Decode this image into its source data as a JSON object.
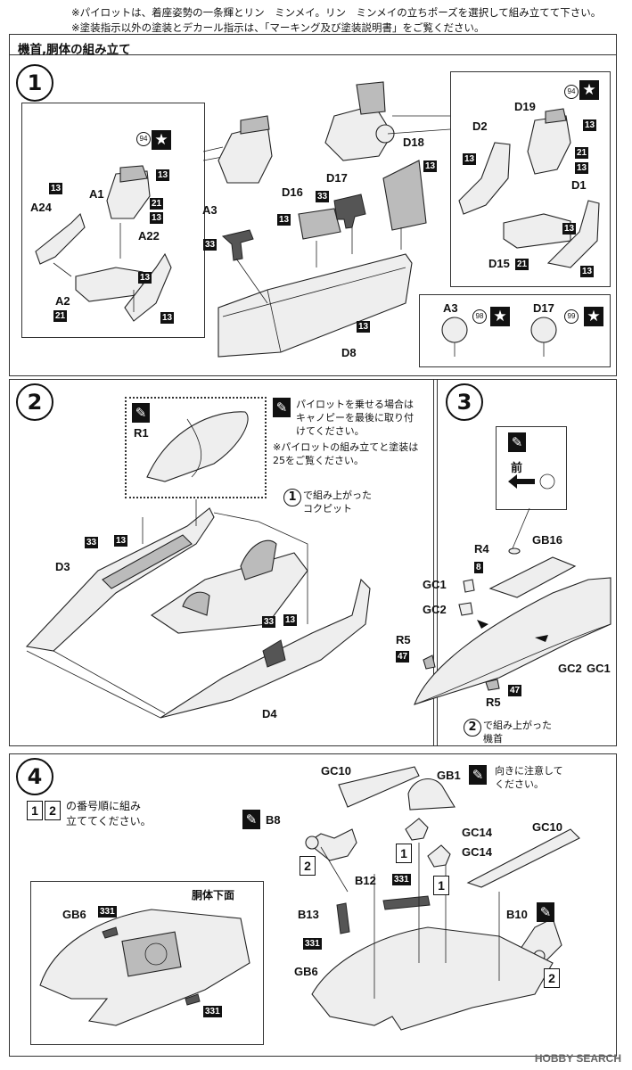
{
  "notes": [
    "※パイロットは、着座姿勢の一条輝とリン　ミンメイ。リン　ミンメイの立ちポーズを選択して組み立てて下さい。",
    "※塗装指示以外の塗装とデカール指示は、「マーキング及び塗装説明書」をご覧ください。"
  ],
  "section_title": "機首,胴体の組み立て",
  "steps": {
    "s1": {
      "num": "1",
      "labels": [
        "A24",
        "A1",
        "A22",
        "A2",
        "A3",
        "D16",
        "D17",
        "D18",
        "D8",
        "D2",
        "D19",
        "D1",
        "D15"
      ],
      "tags": [
        "13",
        "21",
        "33"
      ],
      "decals": [
        "94",
        "98",
        "99"
      ],
      "inset_labels": [
        "A3",
        "D17"
      ]
    },
    "s2": {
      "num": "2",
      "labels": [
        "R1",
        "D3",
        "D4"
      ],
      "tags": [
        "13",
        "33"
      ],
      "note1": [
        "パイロットを乗せる場合は",
        "キャノピーを最後に取り付",
        "けてください。"
      ],
      "note2": [
        "※パイロットの組み立てと塗装は",
        "25をご覧ください。"
      ],
      "ref_num": "1",
      "ref_text": [
        "で組み上がった",
        "コクピット"
      ]
    },
    "s3": {
      "num": "3",
      "front_label": "前",
      "labels": [
        "R4",
        "GB16",
        "GC1",
        "GC2",
        "R5",
        "GC2",
        "GC1",
        "R5"
      ],
      "tags": [
        "8",
        "47"
      ],
      "ref_num": "2",
      "ref_text": [
        "で組み上がった",
        "機首"
      ]
    },
    "s4": {
      "num": "4",
      "order_boxes": [
        "1",
        "2"
      ],
      "order_text": [
        "の番号順に組み",
        "立ててください。"
      ],
      "underside_label": "胴体下面",
      "labels": [
        "GB6",
        "GC10",
        "GB1",
        "B8",
        "GC14",
        "GC14",
        "GC10",
        "B12",
        "B13",
        "B10",
        "GB6"
      ],
      "tags": [
        "331"
      ],
      "orientation_note": [
        "向きに注意して",
        "ください。"
      ]
    }
  },
  "watermark": "HOBBY SEARCH"
}
